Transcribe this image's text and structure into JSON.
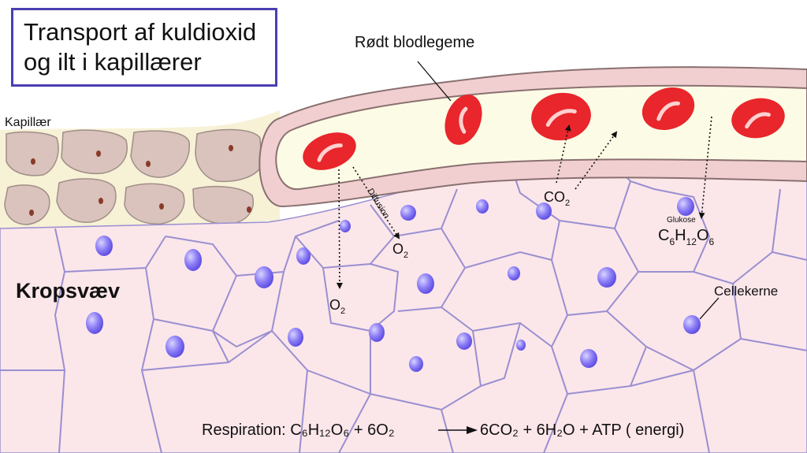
{
  "title": {
    "line1": "Transport af kuldioxid",
    "line2": "og ilt i kapillærer"
  },
  "labels": {
    "red_blood_cell": "Rødt blodlegeme",
    "capillary": "Kapillær",
    "body_tissue": "Kropsvæv",
    "diffusion": "Diffusion",
    "o2_base": "O",
    "o2_sub": "2",
    "co2_base": "CO",
    "co2_sub": "2",
    "glucose": "Glukose",
    "glucose_formula": {
      "c": "C",
      "c_sub": "6",
      "h": "H",
      "h_sub": "12",
      "o": "O",
      "o_sub": "6"
    },
    "cell_nucleus": "Cellekerne"
  },
  "equation": {
    "prefix": "Respiration: ",
    "left": "C₆H₁₂O₆ + 6O₂",
    "right": "6CO₂ + 6H₂O + ATP ( energi)"
  },
  "colors": {
    "title_border": "#4a3fb0",
    "tissue_fill": "#fbe6ea",
    "cell_wall": "#9a8fd0",
    "nucleus": "#7d6ff0",
    "blood_cell": "#e8262b",
    "capillary_wall": "#f1cfd0",
    "plasma": "#fcfbe6",
    "left_tissue": "#d9c3bc"
  }
}
